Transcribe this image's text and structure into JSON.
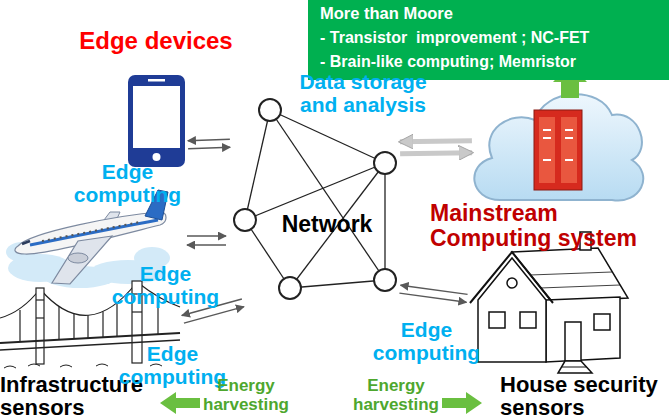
{
  "diagram": {
    "nodes": [
      {
        "text": [
          "Edge devices"
        ]
      },
      {
        "text": [
          "More than Moore",
          "- Transistor  improvement ; NC-FET",
          "- Brain-like computing; Memristor"
        ]
      },
      {
        "text": [
          "Network"
        ]
      },
      {
        "text": [
          "Mainstream Computing system"
        ]
      },
      {
        "text": [
          "Infrastructure sensors"
        ]
      },
      {
        "text": [
          "House security sensors"
        ]
      }
    ],
    "edges": [
      {
        "from": 0,
        "to": 2,
        "arrow": "both",
        "label": "Edge computing"
      },
      {
        "from": 2,
        "to": 3,
        "arrow": "both",
        "label": "Data storage and analysis"
      },
      {
        "from": 4,
        "to": 2,
        "arrow": "both",
        "label": "Edge computing"
      },
      {
        "from": 5,
        "to": 2,
        "arrow": "both",
        "label": "Edge computing"
      }
    ],
    "labels": [
      "Edge computing",
      "Energy harvesting",
      "Energy harvesting"
    ]
  }
}
